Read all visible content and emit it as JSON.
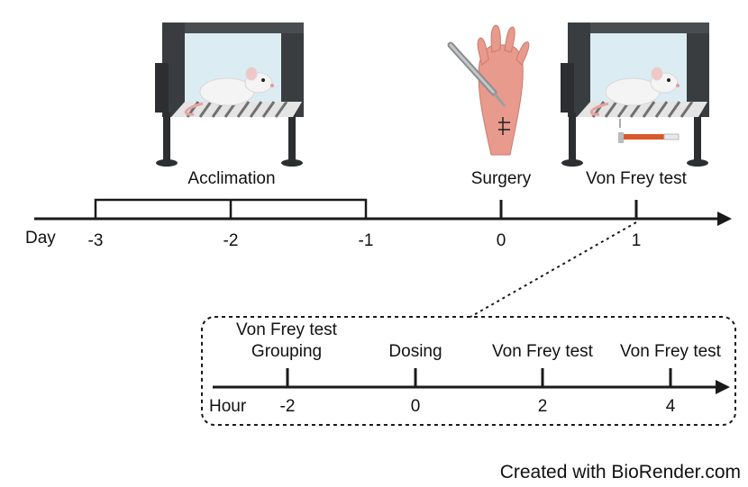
{
  "timeline_days": {
    "axis_label": "Day",
    "ticks": [
      "-3",
      "-2",
      "-1",
      "0",
      "1"
    ],
    "events": {
      "acclimation": "Acclimation",
      "surgery": "Surgery",
      "von_frey_day1": "Von Frey test"
    }
  },
  "timeline_hours": {
    "axis_label": "Hour",
    "ticks": [
      "-2",
      "0",
      "2",
      "4"
    ],
    "events": {
      "h_minus2_line1": "Von Frey test",
      "h_minus2_line2": "Grouping",
      "h0": "Dosing",
      "h2": "Von Frey test",
      "h4": "Von Frey test"
    }
  },
  "credit": "Created with BioRender.com",
  "colors": {
    "line": "#1a1a1a",
    "chamber_dark": "#3a3d3f",
    "chamber_glass": "#dcecf3",
    "paw": "#e89a8c",
    "filament": "#d85a2a"
  }
}
